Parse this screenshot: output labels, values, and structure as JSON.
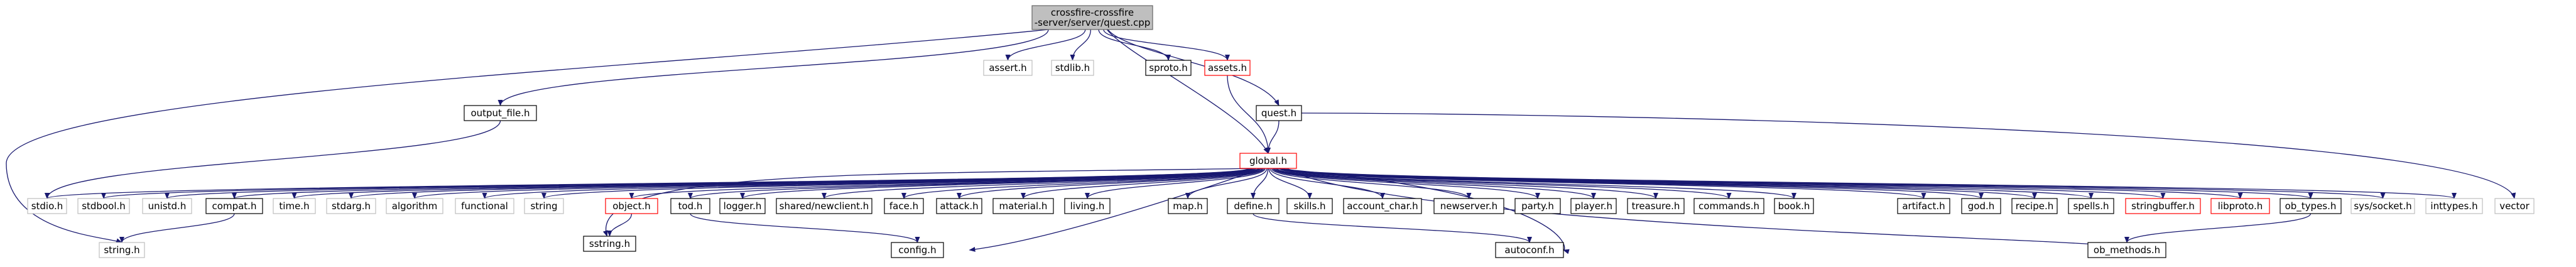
{
  "colors": {
    "edge": "#191970",
    "root_fill": "#bfbfbf",
    "node_border": "#000000",
    "missing_border": "#bfbfbf",
    "missing_text": "#000000",
    "red_border": "#ff0000",
    "text": "#000000",
    "background": "#ffffff"
  },
  "nodes": [
    {
      "id": "root",
      "label": "crossfire-crossfire\n-server/server/quest.cpp",
      "kind": "root"
    },
    {
      "id": "assert",
      "label": "assert.h",
      "kind": "missing"
    },
    {
      "id": "stdlib",
      "label": "stdlib.h",
      "kind": "missing"
    },
    {
      "id": "sproto",
      "label": "sproto.h",
      "kind": "normal"
    },
    {
      "id": "assets",
      "label": "assets.h",
      "kind": "red"
    },
    {
      "id": "output_file",
      "label": "output_file.h",
      "kind": "normal"
    },
    {
      "id": "quest",
      "label": "quest.h",
      "kind": "normal"
    },
    {
      "id": "global",
      "label": "global.h",
      "kind": "red"
    },
    {
      "id": "stdio",
      "label": "stdio.h",
      "kind": "missing"
    },
    {
      "id": "stdbool",
      "label": "stdbool.h",
      "kind": "missing"
    },
    {
      "id": "unistd",
      "label": "unistd.h",
      "kind": "missing"
    },
    {
      "id": "compat",
      "label": "compat.h",
      "kind": "normal"
    },
    {
      "id": "time",
      "label": "time.h",
      "kind": "missing"
    },
    {
      "id": "stdarg",
      "label": "stdarg.h",
      "kind": "missing"
    },
    {
      "id": "algorithm",
      "label": "algorithm",
      "kind": "missing"
    },
    {
      "id": "functional",
      "label": "functional",
      "kind": "missing"
    },
    {
      "id": "string",
      "label": "string",
      "kind": "missing"
    },
    {
      "id": "object",
      "label": "object.h",
      "kind": "red"
    },
    {
      "id": "tod",
      "label": "tod.h",
      "kind": "normal"
    },
    {
      "id": "logger",
      "label": "logger.h",
      "kind": "normal"
    },
    {
      "id": "newclient",
      "label": "shared/newclient.h",
      "kind": "normal"
    },
    {
      "id": "face",
      "label": "face.h",
      "kind": "normal"
    },
    {
      "id": "attack",
      "label": "attack.h",
      "kind": "normal"
    },
    {
      "id": "material",
      "label": "material.h",
      "kind": "normal"
    },
    {
      "id": "living",
      "label": "living.h",
      "kind": "normal"
    },
    {
      "id": "map",
      "label": "map.h",
      "kind": "normal"
    },
    {
      "id": "define",
      "label": "define.h",
      "kind": "normal"
    },
    {
      "id": "skills",
      "label": "skills.h",
      "kind": "normal"
    },
    {
      "id": "account_char",
      "label": "account_char.h",
      "kind": "normal"
    },
    {
      "id": "newserver",
      "label": "newserver.h",
      "kind": "normal"
    },
    {
      "id": "party",
      "label": "party.h",
      "kind": "normal"
    },
    {
      "id": "player",
      "label": "player.h",
      "kind": "normal"
    },
    {
      "id": "treasure",
      "label": "treasure.h",
      "kind": "normal"
    },
    {
      "id": "commands",
      "label": "commands.h",
      "kind": "normal"
    },
    {
      "id": "book",
      "label": "book.h",
      "kind": "normal"
    },
    {
      "id": "artifact",
      "label": "artifact.h",
      "kind": "normal"
    },
    {
      "id": "god",
      "label": "god.h",
      "kind": "normal"
    },
    {
      "id": "recipe",
      "label": "recipe.h",
      "kind": "normal"
    },
    {
      "id": "spells",
      "label": "spells.h",
      "kind": "normal"
    },
    {
      "id": "stringbuffer",
      "label": "stringbuffer.h",
      "kind": "red"
    },
    {
      "id": "libproto",
      "label": "libproto.h",
      "kind": "red"
    },
    {
      "id": "ob_types",
      "label": "ob_types.h",
      "kind": "normal"
    },
    {
      "id": "socket",
      "label": "sys/socket.h",
      "kind": "missing"
    },
    {
      "id": "inttypes",
      "label": "inttypes.h",
      "kind": "missing"
    },
    {
      "id": "vector",
      "label": "vector",
      "kind": "missing"
    },
    {
      "id": "string_h",
      "label": "string.h",
      "kind": "missing"
    },
    {
      "id": "sstring",
      "label": "sstring.h",
      "kind": "normal"
    },
    {
      "id": "config",
      "label": "config.h",
      "kind": "normal"
    },
    {
      "id": "autoconf",
      "label": "autoconf.h",
      "kind": "normal"
    },
    {
      "id": "ob_methods",
      "label": "ob_methods.h",
      "kind": "normal"
    }
  ],
  "edges": [
    [
      "root",
      "assert"
    ],
    [
      "root",
      "stdlib"
    ],
    [
      "root",
      "sproto"
    ],
    [
      "root",
      "assets"
    ],
    [
      "root",
      "output_file"
    ],
    [
      "root",
      "quest"
    ],
    [
      "root",
      "global"
    ],
    [
      "root",
      "string_h"
    ],
    [
      "assets",
      "global"
    ],
    [
      "quest",
      "global"
    ],
    [
      "quest",
      "vector"
    ],
    [
      "output_file",
      "stdio"
    ],
    [
      "global",
      "stdio"
    ],
    [
      "global",
      "stdbool"
    ],
    [
      "global",
      "unistd"
    ],
    [
      "global",
      "compat"
    ],
    [
      "global",
      "time"
    ],
    [
      "global",
      "stdarg"
    ],
    [
      "global",
      "algorithm"
    ],
    [
      "global",
      "functional"
    ],
    [
      "global",
      "string"
    ],
    [
      "global",
      "object"
    ],
    [
      "global",
      "sstring"
    ],
    [
      "global",
      "tod"
    ],
    [
      "global",
      "logger"
    ],
    [
      "global",
      "newclient"
    ],
    [
      "global",
      "face"
    ],
    [
      "global",
      "attack"
    ],
    [
      "global",
      "material"
    ],
    [
      "global",
      "living"
    ],
    [
      "global",
      "config"
    ],
    [
      "global",
      "map"
    ],
    [
      "global",
      "define"
    ],
    [
      "global",
      "skills"
    ],
    [
      "global",
      "account_char"
    ],
    [
      "global",
      "newserver"
    ],
    [
      "global",
      "party"
    ],
    [
      "global",
      "player"
    ],
    [
      "global",
      "treasure"
    ],
    [
      "global",
      "commands"
    ],
    [
      "global",
      "book"
    ],
    [
      "global",
      "autoconf"
    ],
    [
      "global",
      "artifact"
    ],
    [
      "global",
      "god"
    ],
    [
      "global",
      "recipe"
    ],
    [
      "global",
      "spells"
    ],
    [
      "global",
      "stringbuffer"
    ],
    [
      "global",
      "libproto"
    ],
    [
      "global",
      "ob_types"
    ],
    [
      "global",
      "ob_methods"
    ],
    [
      "global",
      "socket"
    ],
    [
      "global",
      "inttypes"
    ],
    [
      "compat",
      "string_h"
    ],
    [
      "object",
      "sstring"
    ],
    [
      "tod",
      "config"
    ],
    [
      "define",
      "autoconf"
    ],
    [
      "ob_types",
      "ob_methods"
    ]
  ]
}
